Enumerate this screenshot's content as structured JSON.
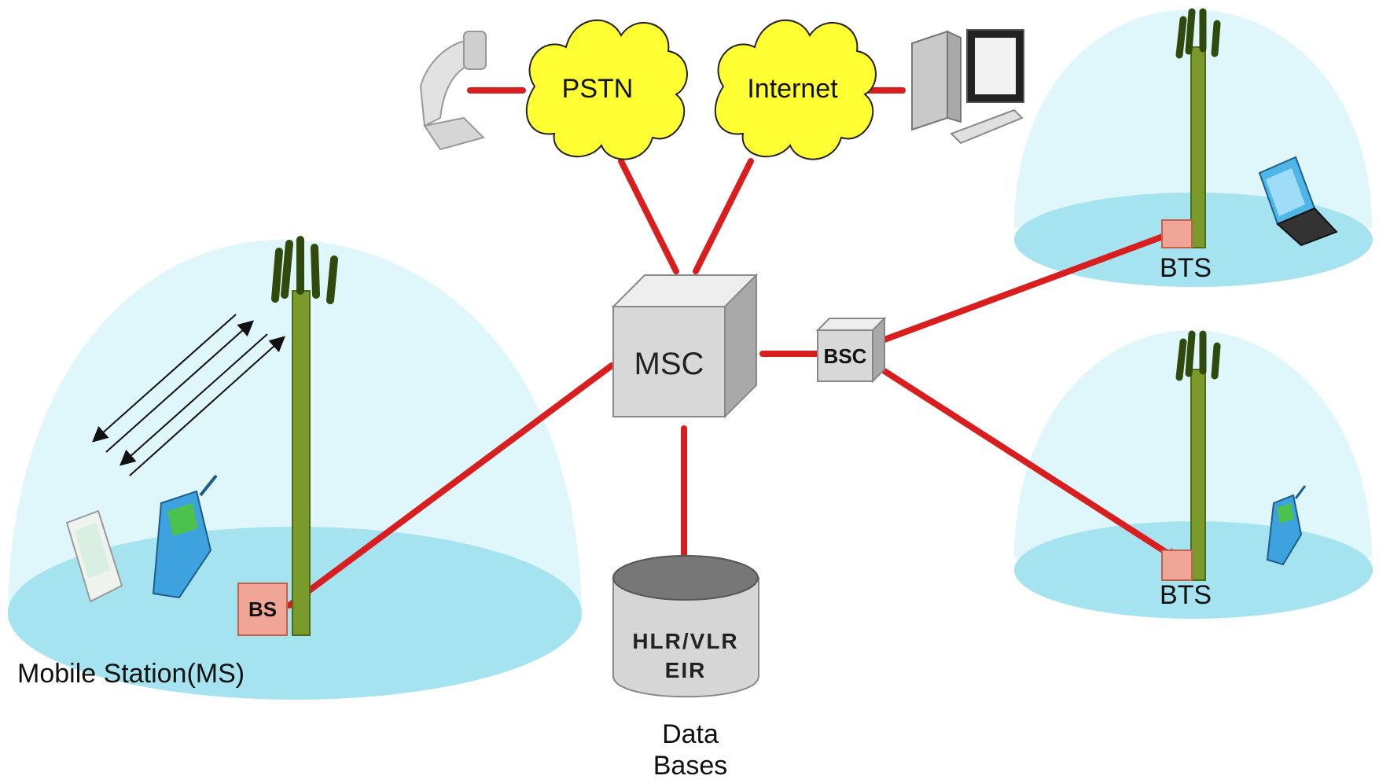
{
  "nodes": {
    "pstn": "PSTN",
    "internet": "Internet",
    "msc": "MSC",
    "bsc": "BSC",
    "bs": "BS",
    "bts_top": "BTS",
    "bts_bottom": "BTS",
    "database_line1": "HLR/VLR",
    "database_line2": "EIR",
    "database_caption_line1": "Data",
    "database_caption_line2": "Bases",
    "mobile_station": "Mobile Station(MS)"
  },
  "colors": {
    "link": "#d81e1e",
    "coverage_dome": "#dff6fb",
    "coverage_ground": "#a6e3f0",
    "cloud": "#ffff33",
    "tower": "#7a9a2c",
    "box": "#d8d8d8"
  },
  "icons": [
    "telephone-icon",
    "desktop-computer-icon",
    "laptop-icon",
    "mobile-phone-icon",
    "pda-icon",
    "antenna-tower-icon",
    "radio-signal-arrows-icon"
  ]
}
